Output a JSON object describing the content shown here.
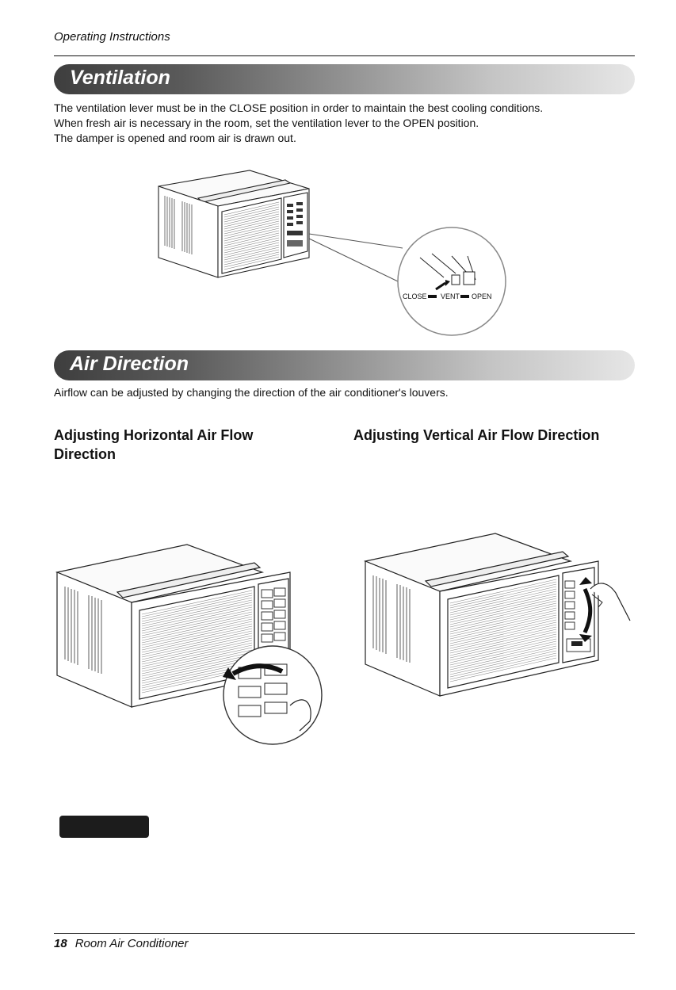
{
  "header": {
    "section": "Operating Instructions"
  },
  "ventilation": {
    "title": "Ventilation",
    "lines": [
      "The ventilation lever must be in the CLOSE position in order to maintain the best cooling conditions.",
      "When fresh air is necessary in the room, set the ventilation lever to the OPEN position.",
      "The damper is opened and room air is drawn out."
    ],
    "lever_labels": {
      "close": "CLOSE",
      "vent": "VENT",
      "open": "OPEN"
    }
  },
  "air_direction": {
    "title": "Air Direction",
    "intro": "Airflow can be adjusted by changing the direction of the air conditioner's  louvers.",
    "horizontal": {
      "heading": "Adjusting Horizontal Air Flow Direction"
    },
    "vertical": {
      "heading": "Adjusting Vertical Air Flow Direction"
    }
  },
  "footer": {
    "page_number": "18",
    "title": "Room Air Conditioner"
  }
}
